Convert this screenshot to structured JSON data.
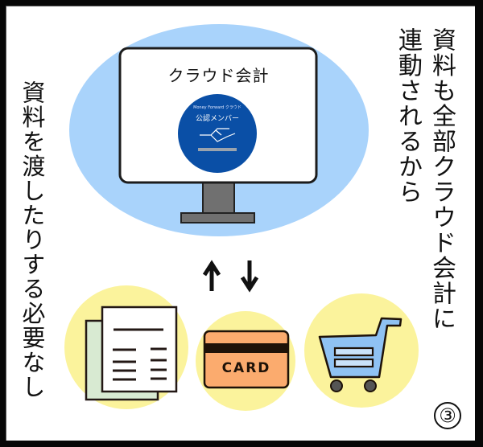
{
  "panel": {
    "number": "③",
    "colors": {
      "border": "#070707",
      "monitor_bg_ellipse": "#a9d3fb",
      "icon_bg_circle": "#fbf39c",
      "badge_blue": "#0a4fa6",
      "card_orange": "#fbab6e",
      "cart_blue": "#8fc2f3",
      "doc_back": "#d8ead2",
      "stand_gray": "#707070"
    }
  },
  "captions": {
    "right_col1": "資料も全部クラウド会計に",
    "right_col2": "連動されるから",
    "left_col": "資料を渡したりする必要なし"
  },
  "monitor": {
    "title": "クラウド会計",
    "badge": {
      "brand": "Money Forward クラウド",
      "label": "公認メンバー"
    }
  },
  "sync_arrows": {
    "up": "↑",
    "down": "↓"
  },
  "icons": [
    {
      "name": "documents",
      "label": ""
    },
    {
      "name": "card",
      "label": "CARD"
    },
    {
      "name": "shopping-cart",
      "label": ""
    }
  ]
}
